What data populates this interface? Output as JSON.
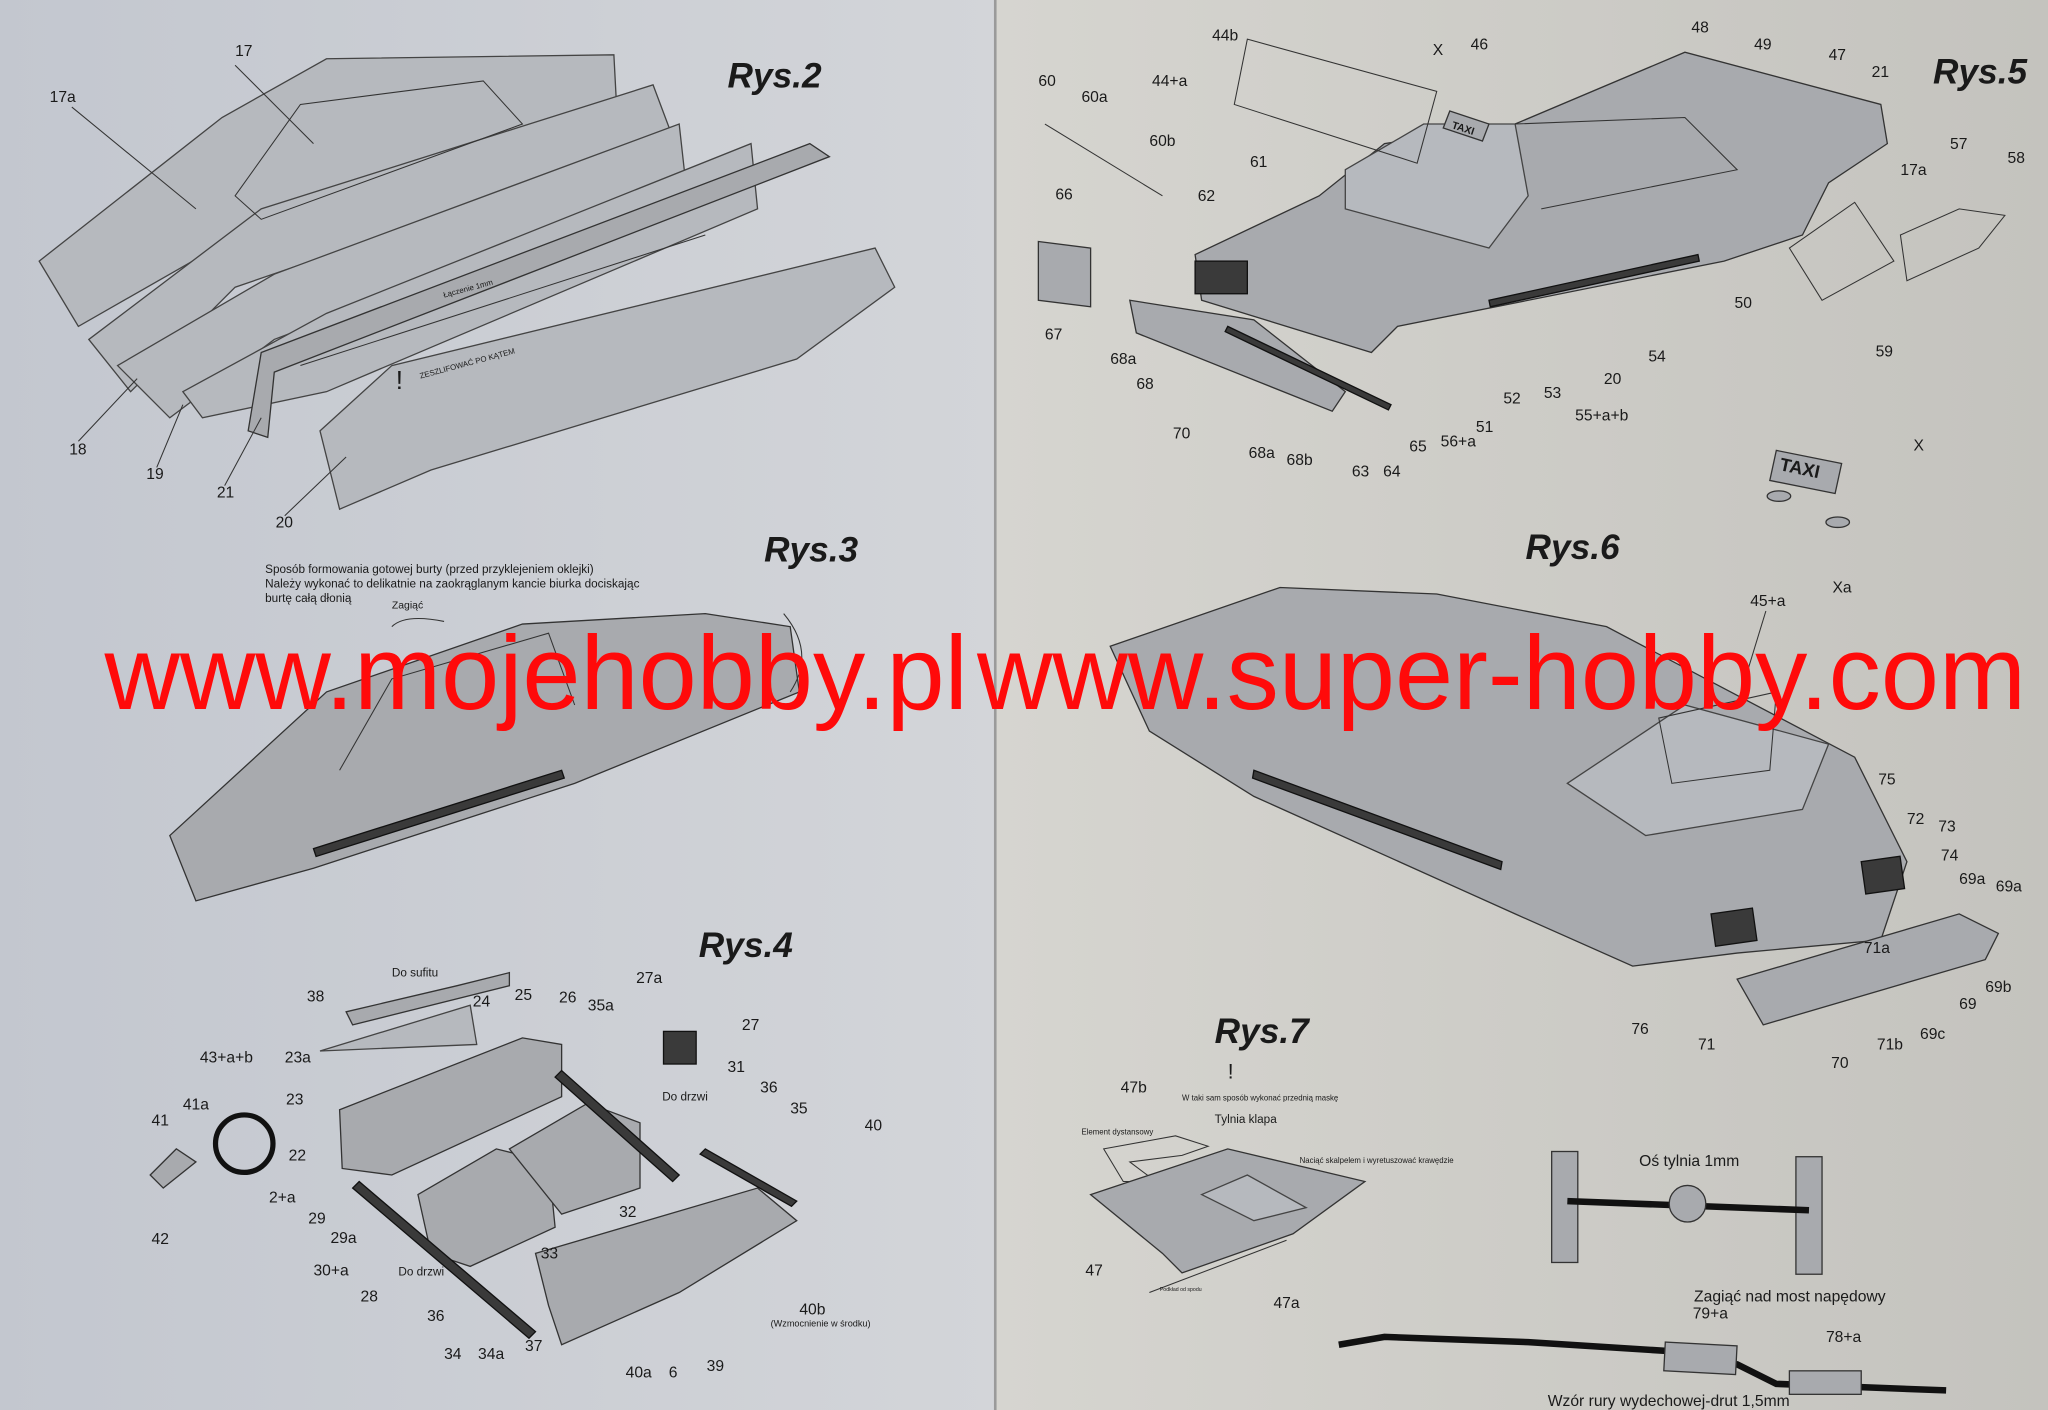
{
  "watermarks": {
    "left": "www.mojehobby.pl",
    "right": "www.super-hobby.com",
    "color": "#ff0000"
  },
  "colors": {
    "left_page": "#c9ccd2",
    "right_page": "#c9c8c3",
    "parts": "#a8aaae"
  },
  "rys2": {
    "title": "Rys.2",
    "labels": [
      "17",
      "17a",
      "18",
      "19",
      "21",
      "20"
    ],
    "notes": {
      "joint": "Łączenie 1mm",
      "warning": "!",
      "sand": "ZESZLIFOWAĆ PO KĄTEM"
    }
  },
  "rys3": {
    "title": "Rys.3",
    "instructions": [
      "Sposób formowania gotowej burty (przed przyklejeniem oklejki)",
      "Należy wykonać to delikatnie na zaokrąglanym kancie biurka dociskając",
      "burtę całą dłonią"
    ],
    "bend": "Zagiąć"
  },
  "rys4": {
    "title": "Rys.4",
    "notes": {
      "ceiling": "Do sufitu",
      "door1": "Do drzwi",
      "door2": "Do drzwi",
      "reinforce": "(Wzmocnienie w środku)"
    },
    "labels": [
      "38",
      "24",
      "25",
      "26",
      "35a",
      "27a",
      "27",
      "23a",
      "31",
      "36",
      "35",
      "40",
      "43+a+b",
      "41a",
      "41",
      "23",
      "22",
      "2+a",
      "29",
      "29a",
      "30+a",
      "28",
      "32",
      "33",
      "36",
      "34",
      "34a",
      "37",
      "40b",
      "40a",
      "6",
      "39",
      "42"
    ]
  },
  "rys5": {
    "title": "Rys.5",
    "taxi": "TAXI",
    "labels": [
      "44b",
      "X",
      "46",
      "48",
      "49",
      "47",
      "21",
      "60",
      "60a",
      "44+a",
      "60b",
      "61",
      "62",
      "66",
      "17a",
      "57",
      "58",
      "67",
      "68a",
      "68",
      "70",
      "68a",
      "68b",
      "63",
      "64",
      "65",
      "56+a",
      "51",
      "52",
      "53",
      "55+a+b",
      "20",
      "54",
      "50",
      "59",
      "X",
      "Xa"
    ]
  },
  "rys6": {
    "title": "Rys.6",
    "labels": [
      "45+a",
      "75",
      "72",
      "73",
      "74",
      "69a",
      "69a",
      "71a",
      "69",
      "69b",
      "69c",
      "71b",
      "70",
      "71",
      "76"
    ]
  },
  "rys7": {
    "title": "Rys.7",
    "warning": "!",
    "note_front": "W taki sam sposób wykonać przednią maskę",
    "subtitle": "Tylnia klapa",
    "spacer": "Element dystansowy",
    "cut": "Naciąć skalpelem i wyretuszować krawędzie",
    "underlay": "Podkład od spodu",
    "labels": [
      "47b",
      "47",
      "47a",
      "79+a",
      "78+a"
    ],
    "axle": "Oś tylnia 1mm",
    "bend": "Zagiąć nad most napędowy",
    "exhaust": "Wzór rury wydechowej-drut 1,5mm"
  }
}
